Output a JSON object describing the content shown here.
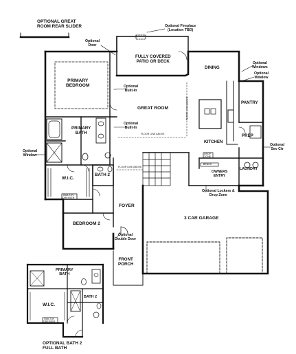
{
  "captions": {
    "great_room_slider": "OPTIONAL GREAT\nROOM REAR SLIDER",
    "optional_bath_2": "OPTIONAL BATH 2\nFULL BATH"
  },
  "rooms": {
    "patio": "FULLY COVERED\nPATIO OR DECK",
    "primary_bedroom": "PRIMARY\nBEDROOM",
    "great_room": "GREAT ROOM",
    "dining": "DINING",
    "pantry": "PANTRY",
    "kitchen": "KITCHEN",
    "prep": "PREP",
    "primary_bath": "PRIMARY\nBATH",
    "wic": "W.I.C.",
    "bath_2": "BATH 2",
    "owners_entry": "OWNERS\nENTRY",
    "laundry": "LAUNDRY",
    "foyer": "FOYER",
    "bedroom_2": "BEDROOM 2",
    "garage": "3 CAR GARAGE",
    "front_porch": "FRONT\nPORCH",
    "inset_primary_bath": "PRIMARY\nBATH",
    "inset_wic": "W.I.C.",
    "inset_bath_2": "BATH 2"
  },
  "notes": {
    "optional_fireplace": "Optional Fireplace\n(Location TBD)",
    "optional_door": "Optional\nDoor",
    "optional_windows": "Optional\nWindows",
    "optional_window_right": "Optional\nWindow",
    "optional_builtin_upper": "Optional\nBuilt-In",
    "optional_builtin_lower": "Optional\nBuilt-In",
    "optional_window_left": "Optional\nWindow",
    "optional_sev_ctr": "Optional\nSev Ctr",
    "optional_lockers": "Optional Lockers &\nDrop Zone",
    "optional_double_door": "Optional\nDouble Door"
  },
  "small_text": {
    "built_in_dresser": "BUILT-IN\nDRESSER",
    "inset_built_in_dresser": "BUILT-IN\nDRESSER",
    "bench": "BENCH",
    "drop_zone": "DROP\nZONE",
    "floor_line_upper": "FLOOR LINE ABOVE",
    "floor_line_lower": "FLOOR LINE ABOVE",
    "floor_line_vertical": "FLOOR LINE ABOVE"
  }
}
